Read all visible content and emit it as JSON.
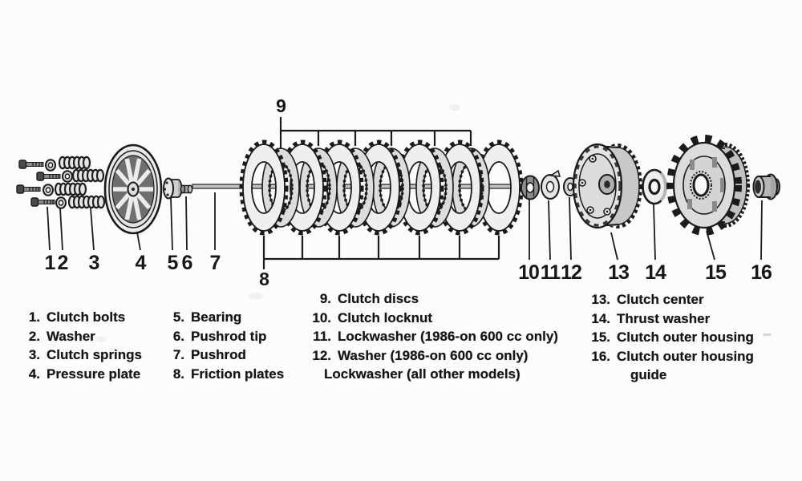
{
  "figure_type": "exploded-parts-diagram",
  "subject": "motorcycle clutch assembly",
  "colors": {
    "ink": "#1b1b1b",
    "paper": "#fcfcfb"
  },
  "callouts": {
    "n1": "1",
    "n2": "2",
    "n3": "3",
    "n4": "4",
    "n5": "5",
    "n6": "6",
    "n7": "7",
    "n8": "8",
    "n9": "9",
    "n10": "10",
    "n11": "11",
    "n12": "12",
    "n13": "13",
    "n14": "14",
    "n15": "15",
    "n16": "16"
  },
  "legend": {
    "col1": [
      {
        "num": "1.",
        "label": "Clutch bolts"
      },
      {
        "num": "2.",
        "label": "Washer"
      },
      {
        "num": "3.",
        "label": "Clutch springs"
      },
      {
        "num": "4.",
        "label": "Pressure plate"
      }
    ],
    "col2": [
      {
        "num": "5.",
        "label": "Bearing"
      },
      {
        "num": "6.",
        "label": "Pushrod tip"
      },
      {
        "num": "7.",
        "label": "Pushrod"
      },
      {
        "num": "8.",
        "label": "Friction plates"
      }
    ],
    "col3": [
      {
        "num": "9.",
        "label": "Clutch discs"
      },
      {
        "num": "10.",
        "label": "Clutch locknut"
      },
      {
        "num": "11.",
        "label": "Lockwasher (1986-on 600 cc only)"
      },
      {
        "num": "12.",
        "label": "Washer (1986-on 600 cc only)"
      },
      {
        "num": "",
        "label": "Lockwasher (all other models)"
      }
    ],
    "col4": [
      {
        "num": "13.",
        "label": "Clutch center"
      },
      {
        "num": "14.",
        "label": "Thrust washer"
      },
      {
        "num": "15.",
        "label": "Clutch outer housing"
      },
      {
        "num": "16.",
        "label": "Clutch outer housing"
      },
      {
        "num": "",
        "label": "guide"
      }
    ]
  }
}
